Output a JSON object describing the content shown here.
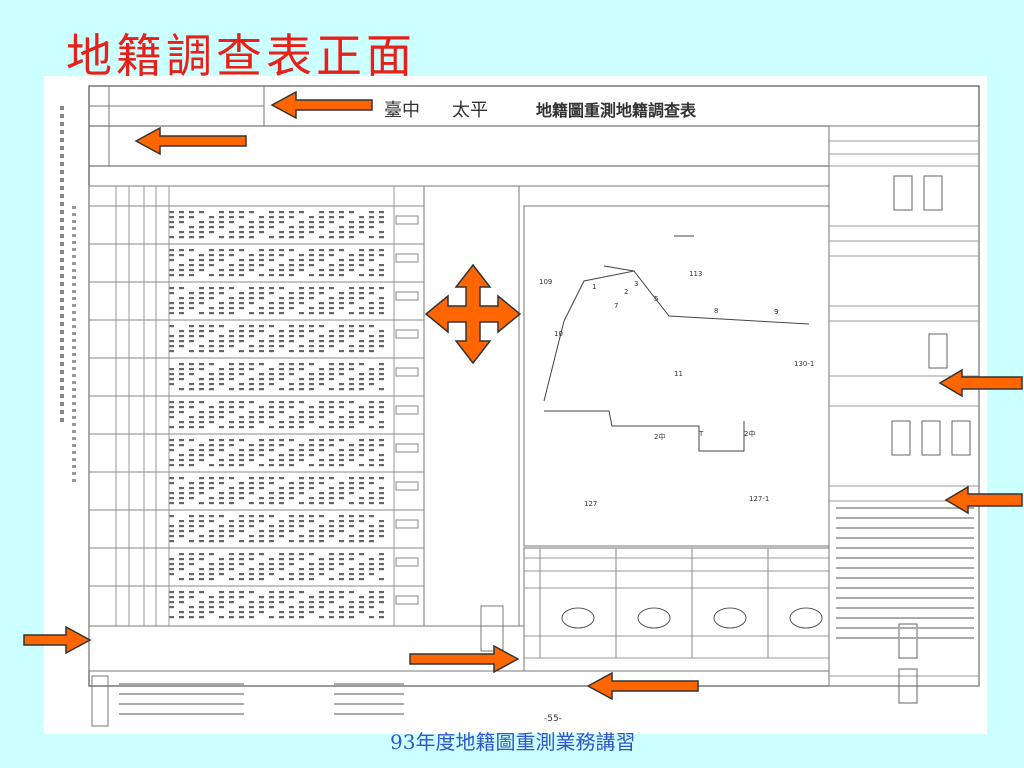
{
  "page": {
    "title": "地籍調查表正面",
    "footer": "93年度地籍圖重測業務講習"
  },
  "form": {
    "heading_city": "臺中",
    "heading_district": "太平",
    "heading_main": "地籍圖重測地籍調查表",
    "page_number": "-55-"
  },
  "parcel_sketch": {
    "labels": [
      "109",
      "113",
      "1",
      "2",
      "3",
      "5",
      "7",
      "8",
      "9",
      "10",
      "11",
      "2中",
      "T",
      "2中",
      "127",
      "127-1",
      "130-1"
    ]
  },
  "colors": {
    "background": "#ccffff",
    "title": "#e8201a",
    "arrow": "#ff6600",
    "arrow_stroke": "#333333",
    "footer": "#3355cc"
  }
}
